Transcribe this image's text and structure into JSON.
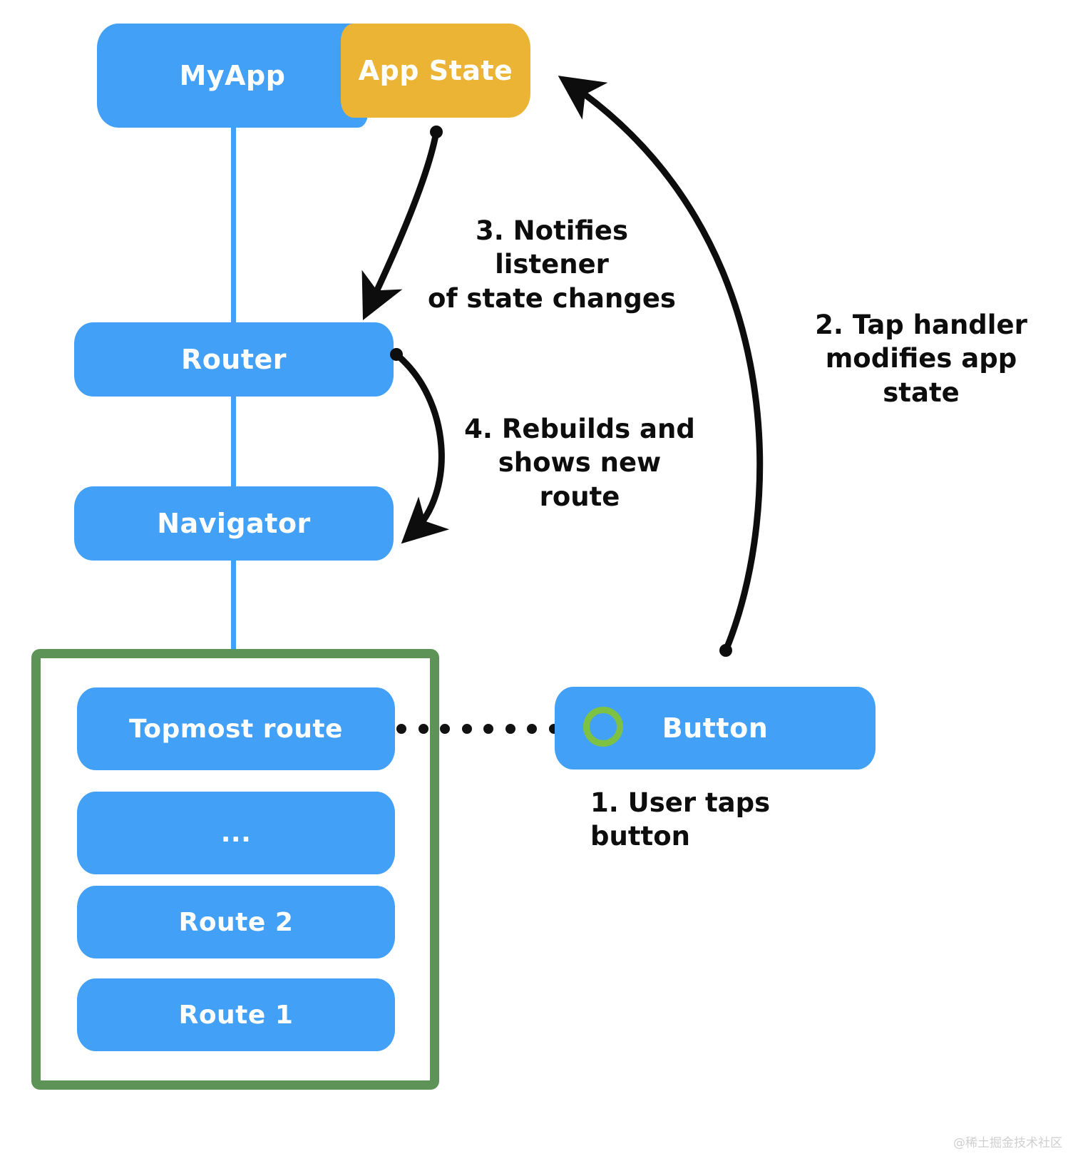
{
  "diagram": {
    "title": "Flutter Router / Navigator state flow",
    "colors": {
      "blue": "#42A0F7",
      "orange": "#ECB434",
      "green_frame": "#5E9358",
      "green_ring": "#7DC242",
      "ink": "#0d0d0d",
      "background": "#ffffff"
    },
    "nodes": {
      "myapp": "MyApp",
      "app_state": "App State",
      "router": "Router",
      "navigator": "Navigator",
      "button": "Button",
      "topmost_route": "Topmost route",
      "ellipsis": "...",
      "route_2": "Route 2",
      "route_1": "Route 1"
    },
    "annotations": {
      "step1": "1. User taps button",
      "step2": "2. Tap handler\nmodifies app state",
      "step3": "3. Notifies listener\nof state changes",
      "step4": "4. Rebuilds and\nshows new route"
    },
    "icons": {
      "button_ring": "green-ring-icon"
    },
    "watermark": "@稀土掘金技术社区"
  }
}
